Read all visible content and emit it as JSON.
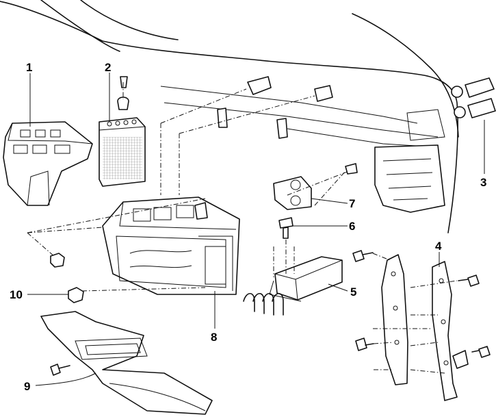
{
  "callouts": [
    {
      "id": "1",
      "text": "1"
    },
    {
      "id": "2",
      "text": "2"
    },
    {
      "id": "3",
      "text": "3"
    },
    {
      "id": "4",
      "text": "4"
    },
    {
      "id": "5",
      "text": "5"
    },
    {
      "id": "6",
      "text": "6"
    },
    {
      "id": "7",
      "text": "7"
    },
    {
      "id": "8",
      "text": "8"
    },
    {
      "id": "9",
      "text": "9"
    },
    {
      "id": "10",
      "text": "10"
    }
  ],
  "colors": {
    "line": "#111111",
    "background": "#ffffff"
  }
}
